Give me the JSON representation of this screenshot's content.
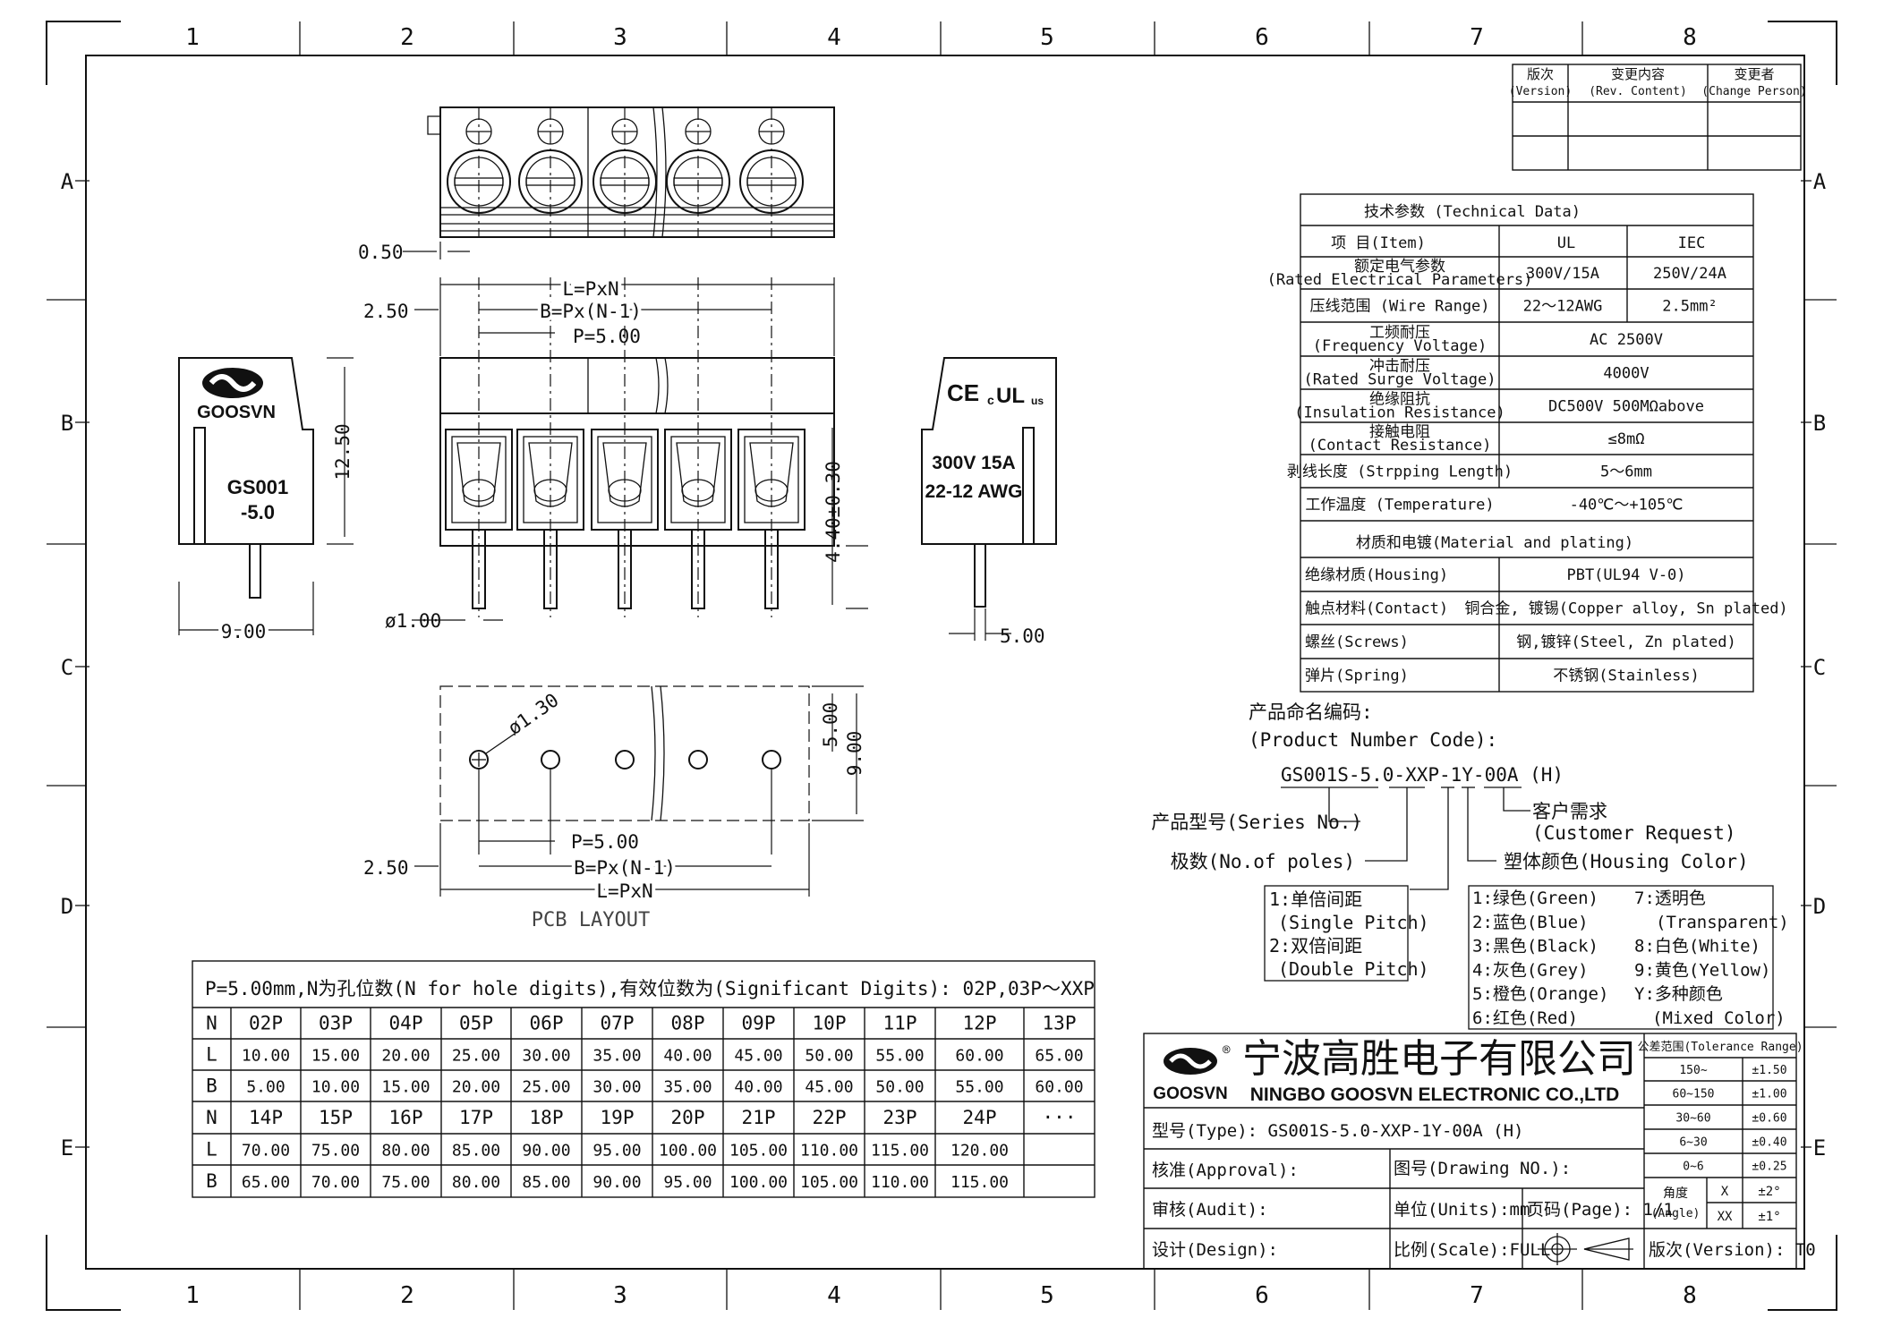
{
  "frame": {
    "cols": [
      "1",
      "2",
      "3",
      "4",
      "5",
      "6",
      "7",
      "8"
    ],
    "rows": [
      "A",
      "B",
      "C",
      "D",
      "E"
    ]
  },
  "revision": {
    "headers": [
      [
        "版次",
        "(Version)"
      ],
      [
        "变更内容",
        "(Rev. Content)"
      ],
      [
        "变更者",
        "(Change Person)"
      ]
    ]
  },
  "views": {
    "dim_050": "0.50",
    "dim_250_top": "2.50",
    "dim_L_top": "L=PxN",
    "dim_B_top": "B=Px(N-1)",
    "dim_P_top": "P=5.00",
    "dim_1250": "12.50",
    "dim_440": "4.40±0.30",
    "dim_d100": "ø1.00",
    "dim_900_left": "9.00",
    "dim_500_right": "5.00",
    "dim_d130": "ø1.30",
    "dim_500_pcb": "5.00",
    "dim_900_pcb": "9.00",
    "dim_P_bottom": "P=5.00",
    "dim_250_bottom": "2.50",
    "dim_B_bottom": "B=Px(N-1)",
    "dim_L_bottom": "L=PxN",
    "pcb_label": "PCB LAYOUT",
    "brand": "GOOSVN",
    "model_line1": "GS001",
    "model_line2": "-5.0",
    "rating_line1": "300V 15A",
    "rating_line2": "22-12 AWG",
    "cert_ce": "CE",
    "cert_ul": "c",
    "cert_us": "us"
  },
  "tech": {
    "title": "技术参数 (Technical Data)",
    "head": [
      "项  目(Item)",
      "UL",
      "IEC"
    ],
    "rows": [
      {
        "zh": "额定电气参数",
        "en": "(Rated Electrical Parameters)",
        "ul": "300V/15A",
        "iec": "250V/24A"
      },
      {
        "zh": "压线范围 (Wire Range)",
        "en": "",
        "ul": "22～12AWG",
        "iec": "2.5mm²"
      },
      {
        "zh": "工频耐压",
        "en": "(Frequency Voltage)",
        "merged": "AC 2500V"
      },
      {
        "zh": "冲击耐压",
        "en": "(Rated Surge Voltage)",
        "merged": "4000V"
      },
      {
        "zh": "绝缘阻抗",
        "en": "(Insulation Resistance)",
        "merged": "DC500V 500MΩabove"
      },
      {
        "zh": "接触电阻",
        "en": "(Contact Resistance)",
        "merged": "≤8mΩ"
      },
      {
        "zh": "剥线长度 (Strpping Length)",
        "en": "",
        "merged": "5～6mm"
      },
      {
        "zh": "工作温度 (Temperature)",
        "en": "",
        "merged": "-40℃～+105℃"
      }
    ],
    "material_title": "材质和电镀(Material and plating)",
    "materials": [
      {
        "k": "绝缘材质(Housing)",
        "v": "PBT(UL94 V-0)"
      },
      {
        "k": "触点材料(Contact)",
        "v": "铜合金, 镀锡(Copper alloy, Sn plated)"
      },
      {
        "k": "螺丝(Screws)",
        "v": "钢,镀锌(Steel, Zn plated)"
      },
      {
        "k": "弹片(Spring)",
        "v": "不锈钢(Stainless)"
      }
    ]
  },
  "code": {
    "title_zh": "产品命名编码:",
    "title_en": "(Product Number Code):",
    "code": "GS001S-5.0-XXP-1Y-00A (H)",
    "series": "产品型号(Series No.)",
    "poles": "极数(No.of poles)",
    "customer_zh": "客户需求",
    "customer_en": "(Customer Request)",
    "color_label": "塑体颜色(Housing Color)",
    "pitch": [
      "1:单倍间距",
      "(Single Pitch)",
      "2:双倍间距",
      "(Double Pitch)"
    ],
    "colors_left": [
      "1:绿色(Green)",
      "2:蓝色(Blue)",
      "3:黑色(Black)",
      "4:灰色(Grey)",
      "5:橙色(Orange)",
      "6:红色(Red)"
    ],
    "colors_right": [
      "7:透明色",
      "(Transparent)",
      "8:白色(White)",
      "9:黄色(Yellow)",
      "Y:多种颜色",
      "(Mixed Color)"
    ]
  },
  "dims_table": {
    "title": "P=5.00mm,N为孔位数(N for hole digits),有效位数为(Significant Digits): 02P,03P～XXP",
    "rows": [
      [
        "N",
        "02P",
        "03P",
        "04P",
        "05P",
        "06P",
        "07P",
        "08P",
        "09P",
        "10P",
        "11P",
        "12P",
        "13P"
      ],
      [
        "L",
        "10.00",
        "15.00",
        "20.00",
        "25.00",
        "30.00",
        "35.00",
        "40.00",
        "45.00",
        "50.00",
        "55.00",
        "60.00",
        "65.00"
      ],
      [
        "B",
        "5.00",
        "10.00",
        "15.00",
        "20.00",
        "25.00",
        "30.00",
        "35.00",
        "40.00",
        "45.00",
        "50.00",
        "55.00",
        "60.00"
      ],
      [
        "N",
        "14P",
        "15P",
        "16P",
        "17P",
        "18P",
        "19P",
        "20P",
        "21P",
        "22P",
        "23P",
        "24P",
        "···"
      ],
      [
        "L",
        "70.00",
        "75.00",
        "80.00",
        "85.00",
        "90.00",
        "95.00",
        "100.00",
        "105.00",
        "110.00",
        "115.00",
        "120.00",
        ""
      ],
      [
        "B",
        "65.00",
        "70.00",
        "75.00",
        "80.00",
        "85.00",
        "90.00",
        "95.00",
        "100.00",
        "105.00",
        "110.00",
        "115.00",
        ""
      ]
    ]
  },
  "title_block": {
    "company_zh": "宁波高胜电子有限公司",
    "company_en": "NINGBO GOOSVN ELECTRONIC CO.,LTD",
    "brand": "GOOSVN",
    "type": "型号(Type): GS001S-5.0-XXP-1Y-00A (H)",
    "approval": "核准(Approval):",
    "drawing_no": "图号(Drawing NO.):",
    "audit": "审核(Audit):",
    "units": "单位(Units):mm",
    "page": "页码(Page): 1/1",
    "design": "设计(Design):",
    "scale": "比例(Scale):FULL",
    "version": "版次(Version): T0",
    "tol_title": "公差范围(Tolerance Range)",
    "tol": [
      [
        "150~",
        "±1.50"
      ],
      [
        "60~150",
        "±1.00"
      ],
      [
        "30~60",
        "±0.60"
      ],
      [
        "6~30",
        "±0.40"
      ],
      [
        "0~6",
        "±0.25"
      ]
    ],
    "angle": [
      "角度",
      "(Angle)"
    ],
    "angle_tol": [
      [
        "X",
        "±2°"
      ],
      [
        "XX",
        "±1°"
      ]
    ]
  }
}
